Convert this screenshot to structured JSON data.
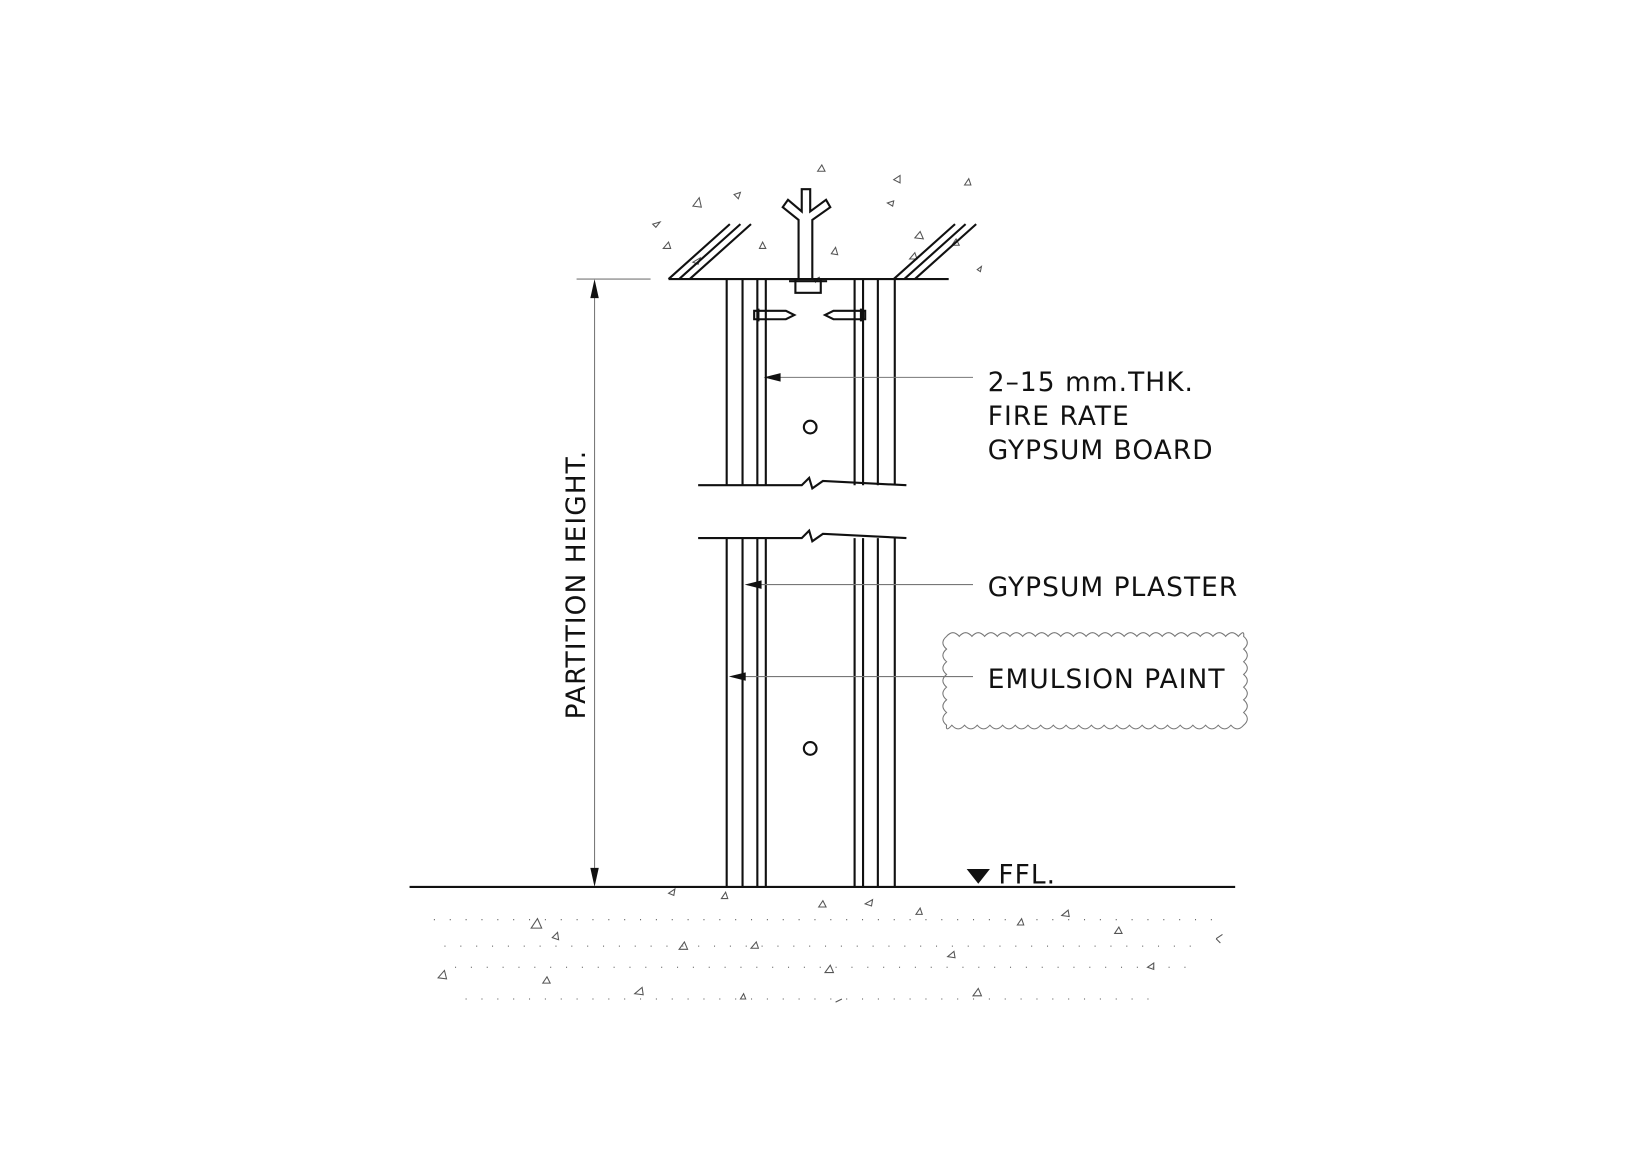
{
  "title": "Partition section detail",
  "labels": {
    "board_line1": "2–15 mm.THK.",
    "board_line2": "FIRE RATE",
    "board_line3": "GYPSUM BOARD",
    "plaster": "GYPSUM PLASTER",
    "paint": "EMULSION PAINT",
    "height": "PARTITION HEIGHT.",
    "ffl": "FFL."
  },
  "colors": {
    "line": "#111111",
    "leader": "#777777"
  }
}
